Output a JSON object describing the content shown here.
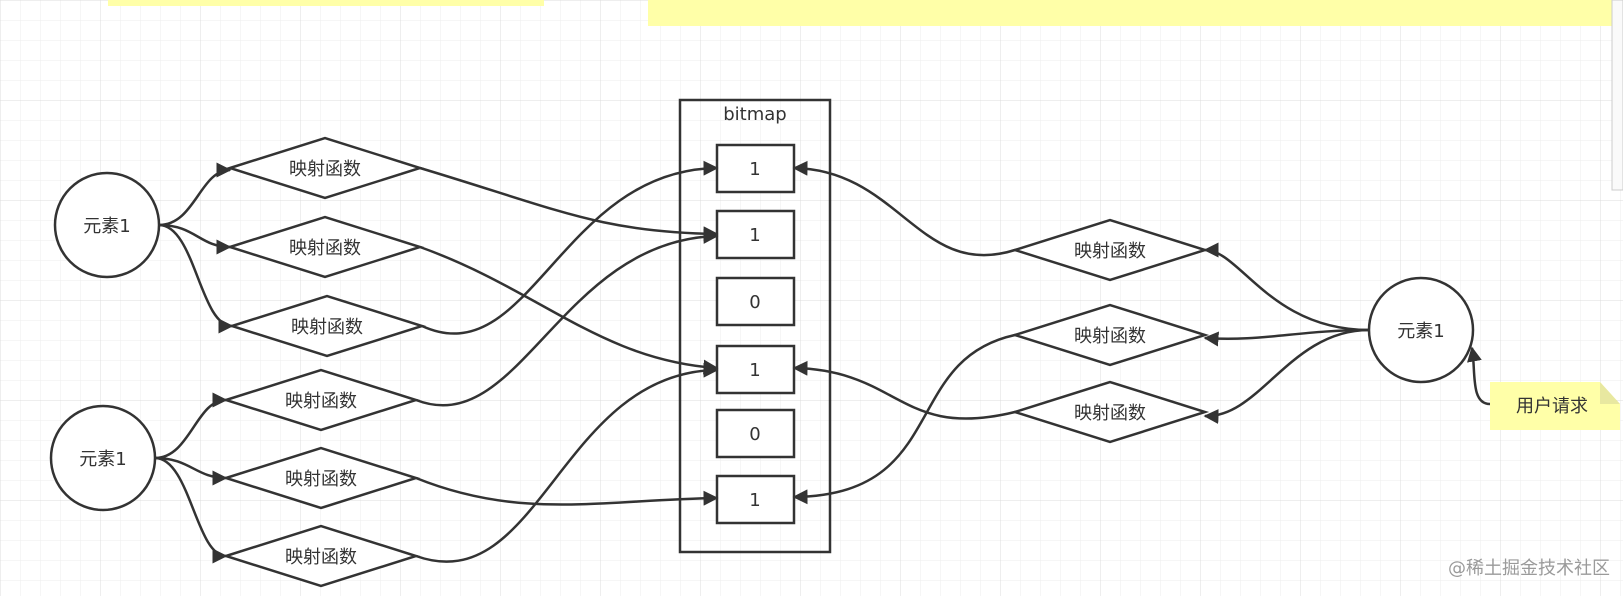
{
  "colors": {
    "stroke": "#333333",
    "note": "#ffffa8",
    "note_fold": "#e8e8a0",
    "grid_minor": "#eeeeee",
    "grid_major": "#dcdcdc"
  },
  "bitmap": {
    "title": "bitmap",
    "cells": [
      "1",
      "1",
      "0",
      "1",
      "0",
      "1"
    ]
  },
  "elements": {
    "left_top": "元素1",
    "left_bottom": "元素1",
    "right": "元素1"
  },
  "functions": [
    {
      "id": "lt1",
      "label": "映射函数"
    },
    {
      "id": "lt2",
      "label": "映射函数"
    },
    {
      "id": "lt3",
      "label": "映射函数"
    },
    {
      "id": "lb1",
      "label": "映射函数"
    },
    {
      "id": "lb2",
      "label": "映射函数"
    },
    {
      "id": "lb3",
      "label": "映射函数"
    },
    {
      "id": "r1",
      "label": "映射函数"
    },
    {
      "id": "r2",
      "label": "映射函数"
    },
    {
      "id": "r3",
      "label": "映射函数"
    }
  ],
  "note": {
    "label": "用户请求"
  },
  "watermark": "@稀土掘金技术社区"
}
